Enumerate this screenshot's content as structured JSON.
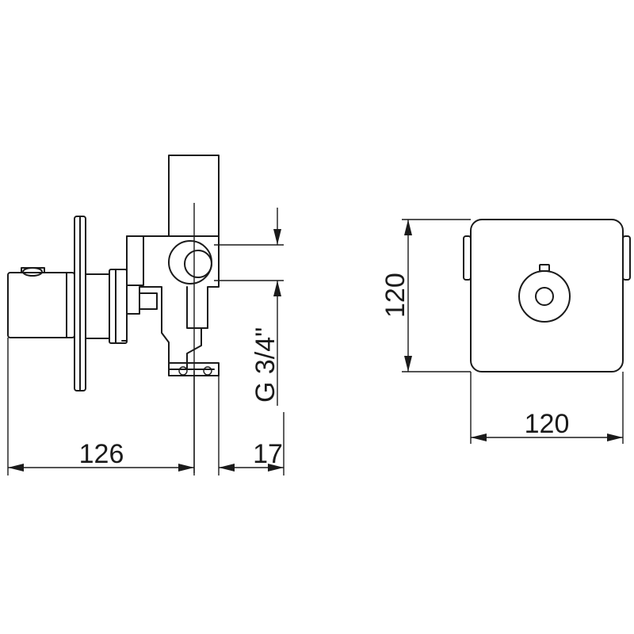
{
  "dimensions": {
    "body_depth": "126",
    "trim_depth": "17",
    "thread_size": "G 3/4\"",
    "plate_height": "120",
    "plate_width": "120"
  },
  "colors": {
    "line": "#1a1a1a",
    "background": "#ffffff"
  }
}
